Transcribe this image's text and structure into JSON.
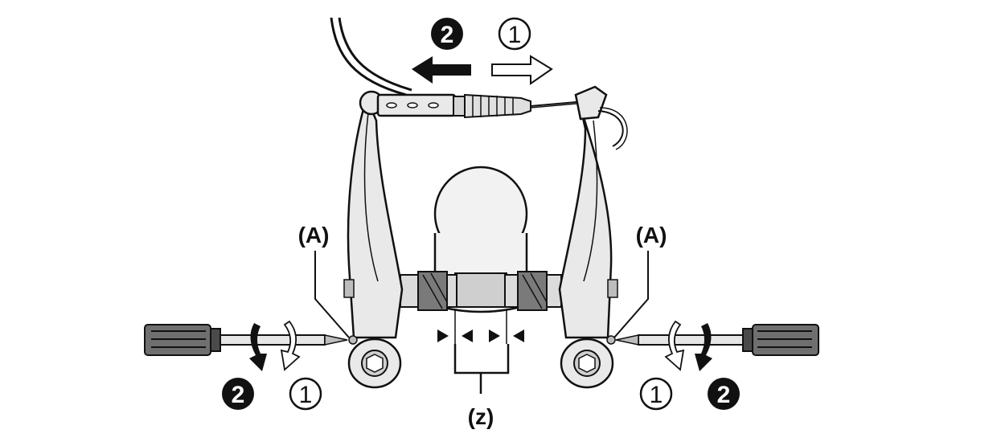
{
  "labels": {
    "a_left": "(A)",
    "a_right": "(A)",
    "z": "(z)"
  },
  "steps": {
    "step1": "1",
    "step2": "2"
  },
  "icons": {
    "step1_marker": "circled-number-outline",
    "step2_marker": "circled-number-filled",
    "tighten_arrow": "solid-arrow",
    "loosen_arrow": "outline-arrow",
    "screwdriver": "phillips-screwdriver",
    "brake": "v-brake-arms"
  },
  "colors": {
    "ink": "#111111",
    "metal_light": "#e9e9e9",
    "metal_mid": "#cfcfcf",
    "metal_dark": "#6f6f6f",
    "tire": "#f2f2f2"
  }
}
